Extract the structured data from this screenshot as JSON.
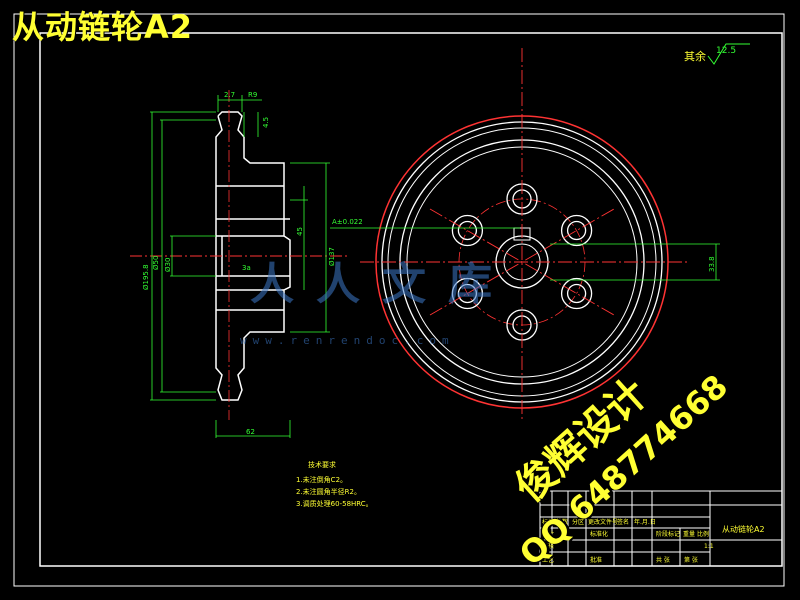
{
  "title": "从动链轮A2",
  "roughness_note": "其余",
  "roughness_value": "12.5",
  "dims": {
    "top_width": "2.7",
    "top_width2": "R9",
    "tooth_gap": "4.5",
    "bottom_width": "62",
    "pitch_dia": "Ø195.8",
    "inner_dia": "Ø50",
    "shaft": "Ø30",
    "keyway_dim": "45",
    "hub_dia": "Ø137",
    "tolerance": "A±0.022",
    "side_dim": "33.8",
    "chamfer": "3a"
  },
  "tech_req": {
    "heading": "技术要求",
    "items": [
      "1.未注倒角C2。",
      "2.未注圆角半径R2。",
      "3.调质处理60-58HRC。"
    ]
  },
  "titleblock": {
    "part_name": "从动链轮A2",
    "scale": "1:1",
    "sheet_total": "共 张",
    "sheet_no": "第 张",
    "col_labels": [
      "标记",
      "处数",
      "分区",
      "更改文件号",
      "签名",
      "年.月.日"
    ],
    "row_labels": [
      "设计",
      "审核",
      "工艺"
    ],
    "std_label": "标准化",
    "stage_label": "阶段标记",
    "weight_label": "重量",
    "scale_label": "比例",
    "approve_label": "批准"
  },
  "watermarks": {
    "brand": "人人文库",
    "url": "www.renrendoc.com",
    "name": "俊辉设计",
    "qq": "QQ 648774668"
  }
}
